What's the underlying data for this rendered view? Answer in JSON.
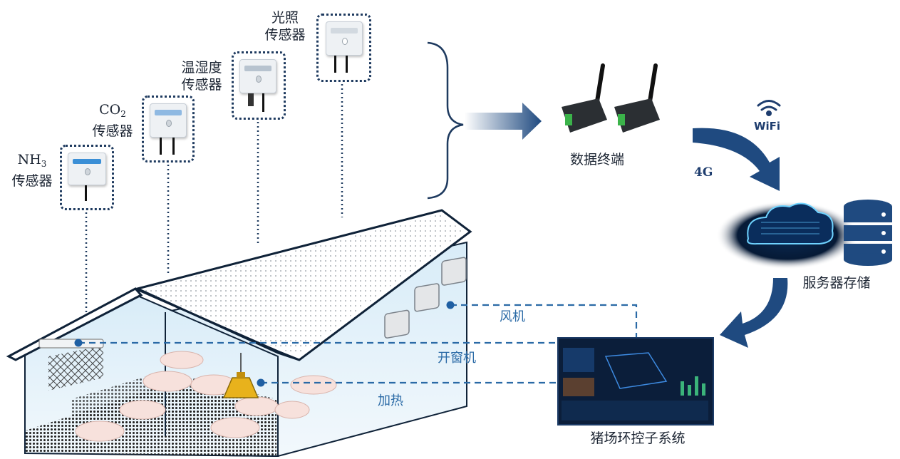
{
  "sensors": [
    {
      "id": "nh3",
      "line1": "NH",
      "line1_sub": "3",
      "line2": "传感器",
      "device_icon": "nh3-sensor-device"
    },
    {
      "id": "co2",
      "line1": "CO",
      "line1_sub": "2",
      "line2": "传感器",
      "device_icon": "co2-sensor-device"
    },
    {
      "id": "temp_humidity",
      "line1": "温湿度",
      "line1_sub": "",
      "line2": "传感器",
      "device_icon": "temperature-humidity-sensor-device"
    },
    {
      "id": "light",
      "line1": "光照",
      "line1_sub": "",
      "line2": "传感器",
      "device_icon": "light-sensor-device"
    }
  ],
  "data_terminal": {
    "label": "数据终端",
    "device_icon": "data-terminal-device"
  },
  "network": {
    "wifi_label": "WiFi",
    "cellular_label": "4G"
  },
  "server": {
    "label": "服务器存储",
    "icon": "cloud-database-icon"
  },
  "control_system": {
    "label": "猪场环控子系统",
    "icon": "dashboard-monitor"
  },
  "actuators": [
    {
      "id": "fan",
      "label": "风机"
    },
    {
      "id": "window",
      "label": "开窗机"
    },
    {
      "id": "heating",
      "label": "加热"
    }
  ],
  "colors": {
    "arrow": "#1f4a80",
    "dotted_line": "#1e3a5f",
    "actuator_line": "#2a6aa6",
    "label_blue": "#2a6aa6",
    "heater": "#e8b21c"
  }
}
